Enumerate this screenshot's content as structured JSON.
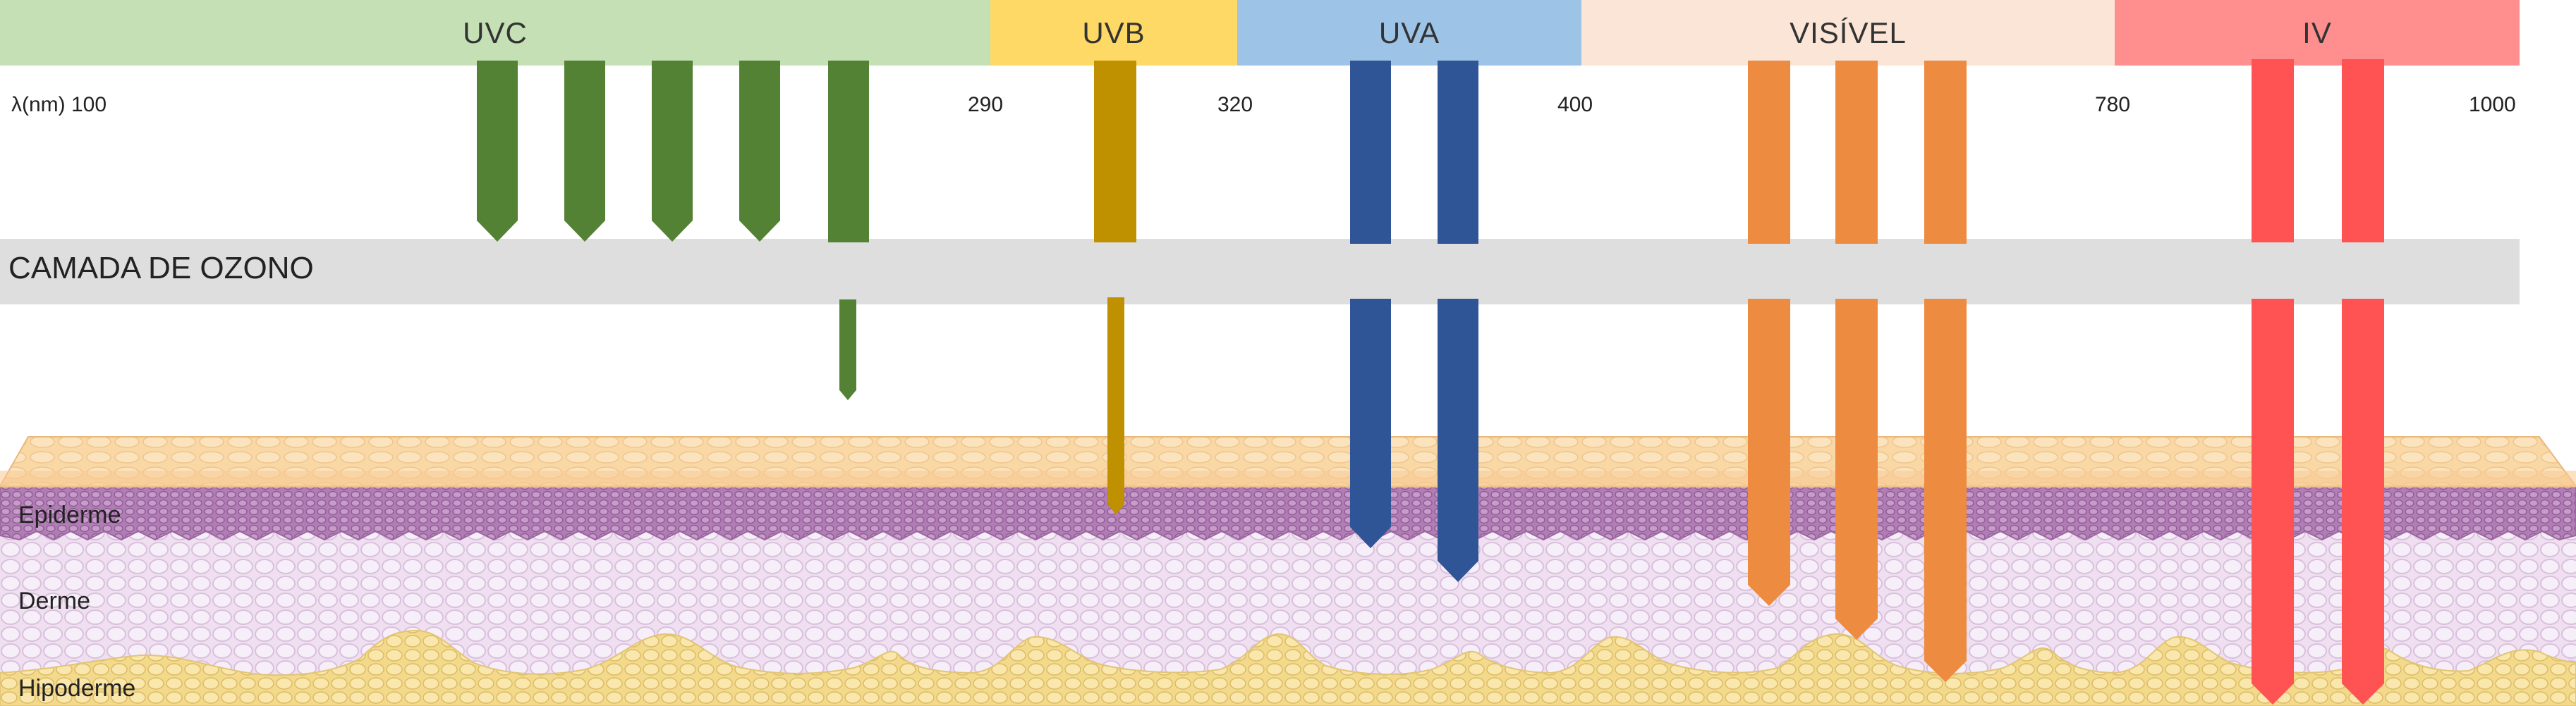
{
  "spectrum": {
    "bands": [
      {
        "label": "UVC",
        "color": "#c5e0b4"
      },
      {
        "label": "UVB",
        "color": "#ffd966"
      },
      {
        "label": "UVA",
        "color": "#9dc3e6"
      },
      {
        "label": "VISÍVEL",
        "color": "#fbe5d6"
      },
      {
        "label": "IV",
        "color": "#ff8f8f"
      }
    ],
    "wavelength_unit_label": "λ(nm) 100",
    "ticks": [
      "290",
      "320",
      "400",
      "780",
      "1000"
    ]
  },
  "ozone": {
    "label": "CAMADA DE OZONO",
    "color": "#dedede"
  },
  "skin_layers": {
    "epidermis": {
      "label": "Epiderme",
      "color": "#b27fb5"
    },
    "dermis": {
      "label": "Derme",
      "color": "#eddcef"
    },
    "hypodermis": {
      "label": "Hipoderme",
      "color": "#f7e2a0"
    },
    "surface": {
      "color": "#f9d6a2"
    }
  },
  "rays": {
    "uvc_color": "#548235",
    "uvb_color": "#bf9000",
    "uva_color": "#2f5597",
    "visible_color": "#ed8b41",
    "ir_color": "#ff5252"
  }
}
